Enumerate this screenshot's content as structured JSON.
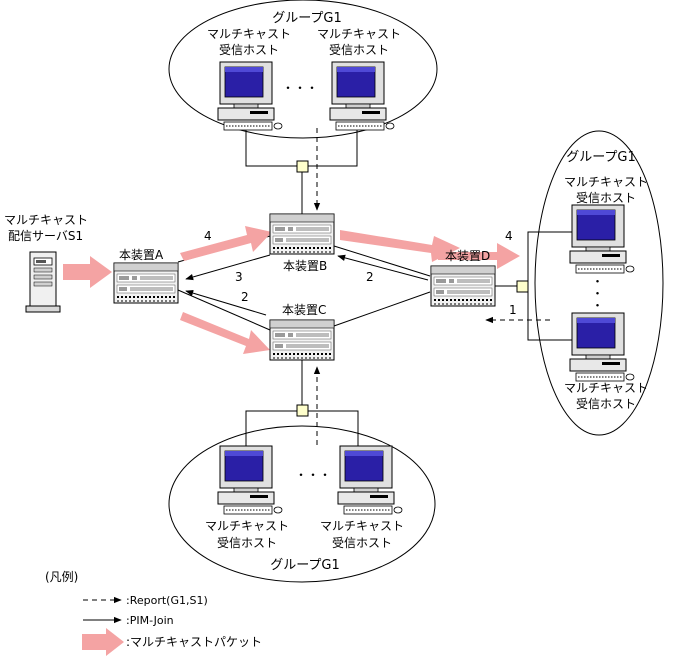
{
  "groups": {
    "top": {
      "title": "グループG1",
      "host_a_line1": "マルチキャスト",
      "host_a_line2": "受信ホスト",
      "host_b_line1": "マルチキャスト",
      "host_b_line2": "受信ホスト",
      "dots": "・・・"
    },
    "right": {
      "title": "グループG1",
      "host_a_line1": "マルチキャスト",
      "host_a_line2": "受信ホスト",
      "host_b_line1": "マルチキャスト",
      "host_b_line2": "受信ホスト",
      "dots": "・・・"
    },
    "bottom": {
      "title": "グループG1",
      "host_a_line1": "マルチキャスト",
      "host_a_line2": "受信ホスト",
      "host_b_line1": "マルチキャスト",
      "host_b_line2": "受信ホスト",
      "dots": "・・・"
    }
  },
  "server": {
    "line1": "マルチキャスト",
    "line2": "配信サーバS1"
  },
  "devices": {
    "a": "本装置A",
    "b": "本装置B",
    "c": "本装置C",
    "d": "本装置D"
  },
  "step_numbers": {
    "a_to_b": "4",
    "b_to_a": "3",
    "d_to_b": "2",
    "c_to_a": "2",
    "d_to_right": "4",
    "report_right": "1"
  },
  "legend": {
    "title": "(凡例)",
    "report": ":Report(G1,S1)",
    "pim_join": ":PIM-Join",
    "packet": ":マルチキャストパケット"
  },
  "colors": {
    "packet_arrow": "#f4a3a3",
    "hub": "#ffffcc",
    "monitor_screen": "#2a1fa6",
    "device_fill": "#e6e6e6"
  }
}
